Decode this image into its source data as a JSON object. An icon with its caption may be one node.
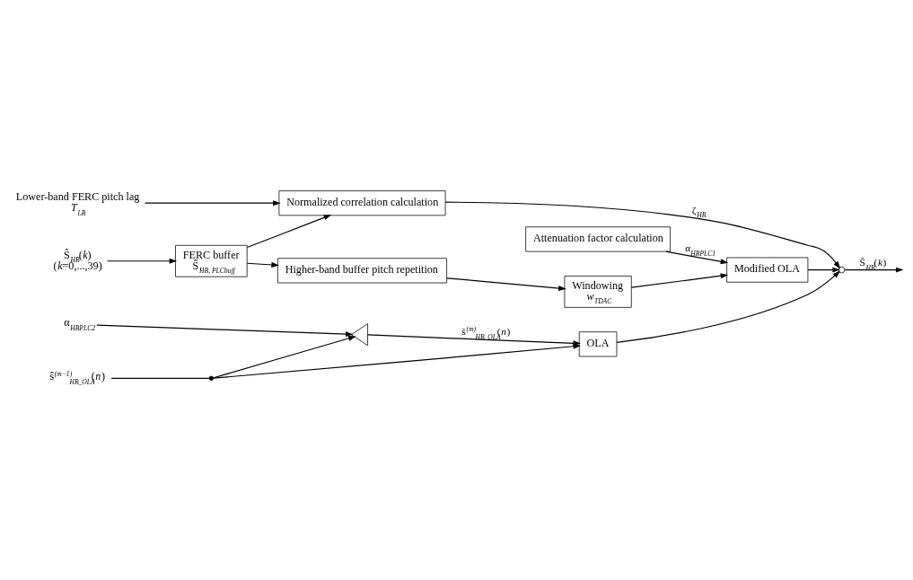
{
  "diagram": {
    "nodes": [
      {
        "text": [
          "Lower-band FERC pitch lag",
          "*T*$_{LB}$"
        ]
      },
      {
        "text": [
          "Ŝ$_{HB}$(*k*)",
          "(*k*=0,...,39)"
        ]
      },
      {
        "text": [
          "FERC buffer",
          "Ŝ$_{HB, PLCbuff}$"
        ]
      },
      {
        "text": [
          "Normalized correlation calculation"
        ]
      },
      {
        "text": [
          "Attenuation factor calculation"
        ]
      },
      {
        "text": [
          "Higher-band buffer pitch repetition"
        ]
      },
      {
        "text": [
          "Windowing",
          "*w*$_{TDAC}$"
        ]
      },
      {
        "text": [
          "Modified OLA"
        ]
      },
      {
        "text": [
          "ŝ$^{(m−1)}$$_{HB_OLA}$(*n*)"
        ]
      },
      {
        "text": [],
        "shape": "circle"
      },
      {
        "text": [],
        "shape": "triangle"
      },
      {
        "text": [
          "α$_{HBPLC2}$"
        ]
      },
      {
        "text": [
          "OLA"
        ]
      },
      {
        "text": [],
        "shape": "switch"
      }
    ],
    "edges": [
      {
        "from": 0,
        "to": 3,
        "arrow": "to"
      },
      {
        "from": 1,
        "to": 2,
        "arrow": "to"
      },
      {
        "from": 2,
        "to": 3,
        "arrow": "to"
      },
      {
        "from": 2,
        "to": 5,
        "arrow": "to"
      },
      {
        "from": 5,
        "to": 6,
        "arrow": "to"
      },
      {
        "from": 6,
        "to": 7,
        "arrow": "to"
      },
      {
        "from": 4,
        "to": 7,
        "arrow": "to",
        "label": "α$_{HBPLC1}$"
      },
      {
        "from": 7,
        "to": 13,
        "arrow": "to"
      },
      {
        "from": 3,
        "to": 13,
        "arrow": "to",
        "label": "ζ$_{HB}$"
      },
      {
        "from": 13,
        "to": null,
        "arrow": "to",
        "label": "Ŝ$_{HB}$(*k*)"
      },
      {
        "from": 8,
        "to": 9,
        "arrow": "none"
      },
      {
        "from": 9,
        "to": 10,
        "arrow": "to"
      },
      {
        "from": 11,
        "to": 10,
        "arrow": "to"
      },
      {
        "from": 10,
        "to": 12,
        "arrow": "to",
        "label": "ŝ$^{(m)}$$_{HB_OLA}$(*n*)"
      },
      {
        "from": 9,
        "to": 12,
        "arrow": "to"
      },
      {
        "from": 12,
        "to": 13,
        "arrow": "to"
      }
    ]
  }
}
